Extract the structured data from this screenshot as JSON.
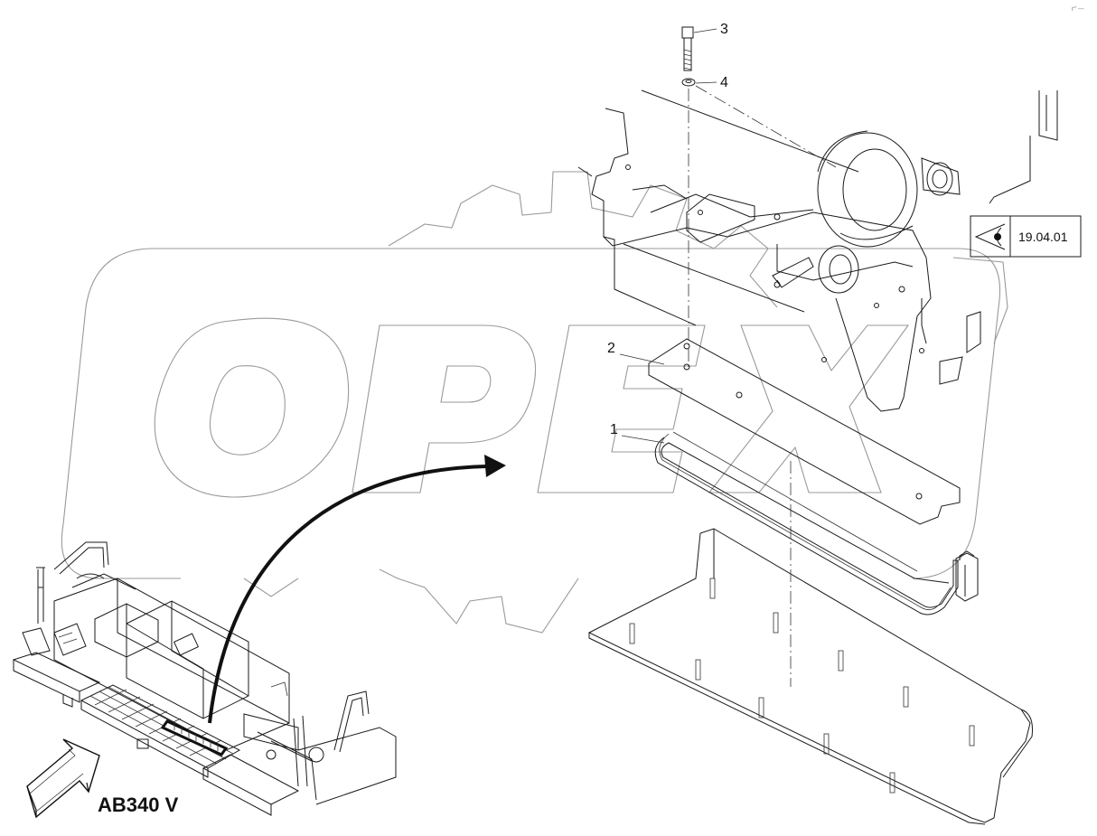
{
  "diagram": {
    "corner_mark": "r\" ---",
    "reference_code": "19.04.01",
    "reference_icon": "eye-view-icon",
    "model_name": "AB340 V",
    "watermark_text": "OPEX",
    "callouts": [
      {
        "id": "3",
        "part": "bolt"
      },
      {
        "id": "4",
        "part": "washer"
      },
      {
        "id": "2",
        "part": "cover-plate"
      },
      {
        "id": "1",
        "part": "gasket-seal"
      }
    ]
  }
}
